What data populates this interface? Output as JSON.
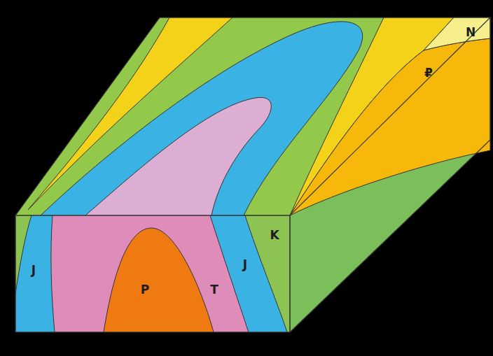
{
  "diagram": {
    "labels": [
      "N",
      "₽",
      "K",
      "J",
      "P",
      "T",
      "J"
    ]
  }
}
